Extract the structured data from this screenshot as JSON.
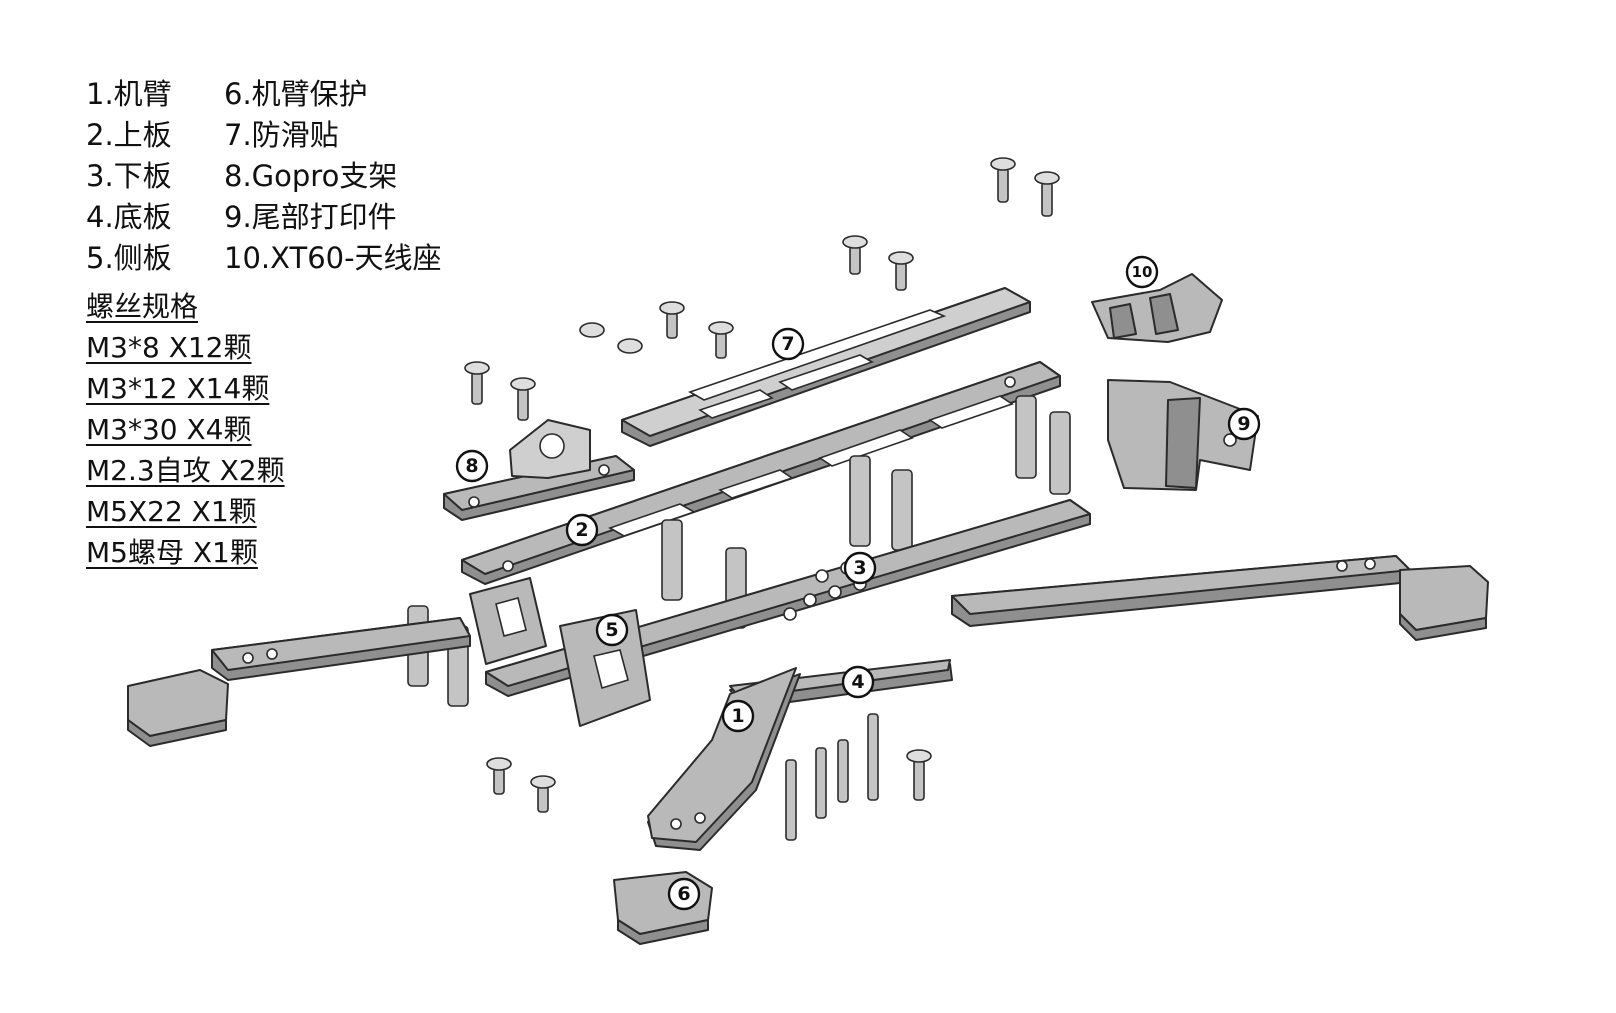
{
  "legend": {
    "parts_left": [
      "1.机臂",
      "2.上板",
      "3.下板",
      "4.底板",
      "5.侧板"
    ],
    "parts_right": [
      "6.机臂保护",
      "7.防滑贴",
      "8.Gopro支架",
      "9.尾部打印件",
      "10.XT60-天线座"
    ]
  },
  "screw_spec": {
    "title": "螺丝规格",
    "items": [
      "M3*8 X12颗",
      "M3*12 X14颗",
      "M3*30 X4颗",
      "M2.3自攻 X2颗",
      "M5X22  X1颗",
      "M5螺母  X1颗"
    ]
  },
  "callouts": [
    "1",
    "2",
    "3",
    "4",
    "5",
    "6",
    "7",
    "8",
    "9",
    "10"
  ],
  "colors": {
    "line": "#2b2b2b",
    "fill": "#b9b9b9",
    "background": "#ffffff",
    "text": "#111111"
  }
}
